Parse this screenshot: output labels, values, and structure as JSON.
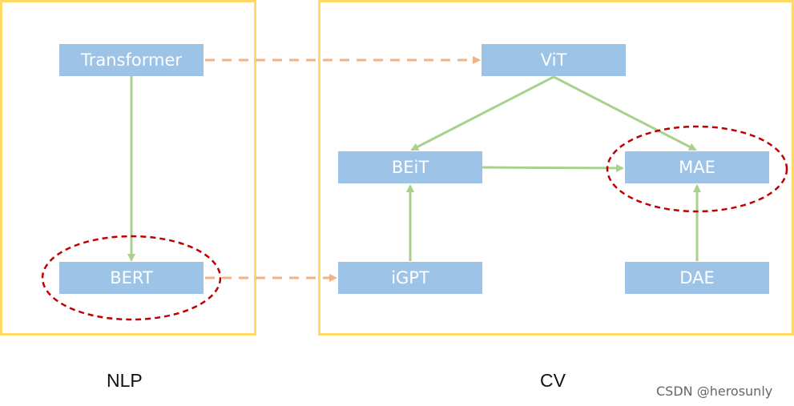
{
  "nlp_panel": {
    "caption": "NLP"
  },
  "cv_panel": {
    "caption": "CV"
  },
  "nodes": {
    "transformer": "Transformer",
    "bert": "BERT",
    "vit": "ViT",
    "beit": "BEiT",
    "mae": "MAE",
    "igpt": "iGPT",
    "dae": "DAE"
  },
  "edges": [
    {
      "from": "Transformer",
      "to": "BERT",
      "style": "solid"
    },
    {
      "from": "Transformer",
      "to": "ViT",
      "style": "dashed"
    },
    {
      "from": "BERT",
      "to": "iGPT",
      "style": "dashed"
    },
    {
      "from": "ViT",
      "to": "BEiT",
      "style": "solid"
    },
    {
      "from": "ViT",
      "to": "MAE",
      "style": "solid"
    },
    {
      "from": "BEiT",
      "to": "MAE",
      "style": "solid"
    },
    {
      "from": "iGPT",
      "to": "BEiT",
      "style": "solid"
    },
    {
      "from": "DAE",
      "to": "MAE",
      "style": "solid"
    }
  ],
  "highlighted": [
    "BERT",
    "MAE"
  ],
  "colors": {
    "panel_border": "#ffd966",
    "node_fill": "#9dc3e6",
    "node_text": "#ffffff",
    "solid_arrow": "#a9d18e",
    "dashed_arrow": "#f4b183",
    "highlight_ring": "#c00000"
  },
  "watermark": "CSDN @herosunly"
}
